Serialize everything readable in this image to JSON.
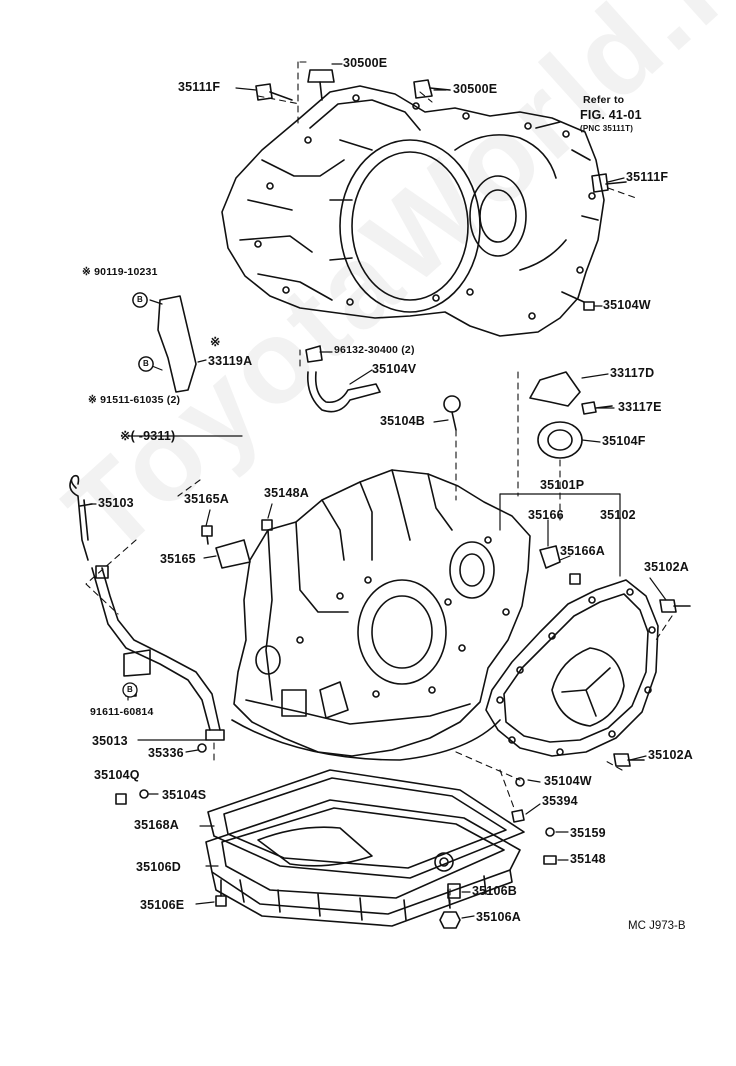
{
  "watermark": "ToyotaWorld.ru",
  "figure_code": "MC J973-B",
  "refer": {
    "line1": "Refer to",
    "line2": "FIG. 41-01",
    "line3": "(PNC 35111T)"
  },
  "note": "※(     -9311)",
  "markers": {
    "b": "B",
    "star": "※"
  },
  "labels": {
    "p30500E_top": "30500E",
    "p30500E_right": "30500E",
    "p35111F_left": "35111F",
    "p35111F_right": "35111F",
    "p35104W_top": "35104W",
    "p90119": "※ 90119-10231",
    "p33119A": "33119A",
    "p91511": "※ 91511-61035 (2)",
    "p96132": "96132-30400 (2)",
    "p35104V": "35104V",
    "p35104B": "35104B",
    "p33117D": "33117D",
    "p33117E": "33117E",
    "p35104F": "35104F",
    "p35103": "35103",
    "p35165A": "35165A",
    "p35148A": "35148A",
    "p35101P": "35101P",
    "p35166": "35166",
    "p35102": "35102",
    "p35166A": "35166A",
    "p35165": "35165",
    "p35102A_top": "35102A",
    "p91611": "91611-60814",
    "p35013": "35013",
    "p35336": "35336",
    "p35102A_bottom": "35102A",
    "p35104Q": "35104Q",
    "p35104S": "35104S",
    "p35104W_bottom": "35104W",
    "p35394": "35394",
    "p35168A": "35168A",
    "p35159": "35159",
    "p35106D": "35106D",
    "p35148": "35148",
    "p35106B": "35106B",
    "p35106E": "35106E",
    "p35106A": "35106A"
  }
}
